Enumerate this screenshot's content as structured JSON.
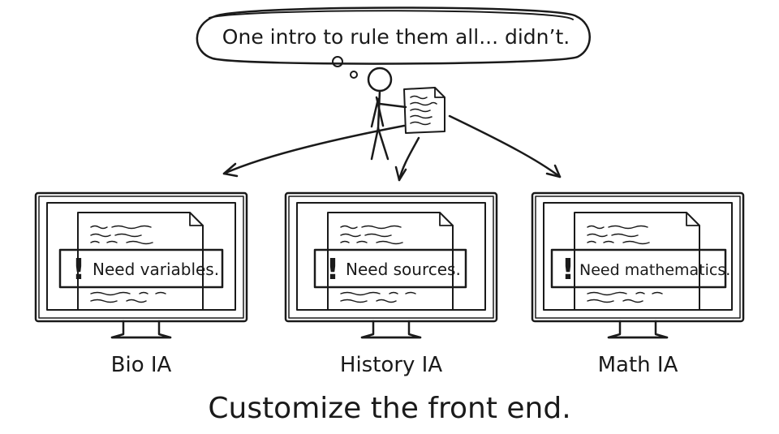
{
  "thought": {
    "text": "One intro to rule them all... didn’t."
  },
  "monitors": [
    {
      "alert": "Need variables.",
      "label": "Bio IA"
    },
    {
      "alert": "Need sources.",
      "label": "History IA"
    },
    {
      "alert": "Need mathematics.",
      "label": "Math IA"
    }
  ],
  "caption": {
    "text": "Customize the front end."
  },
  "colors": {
    "ink": "#1a1a1a",
    "paper": "#ffffff"
  }
}
